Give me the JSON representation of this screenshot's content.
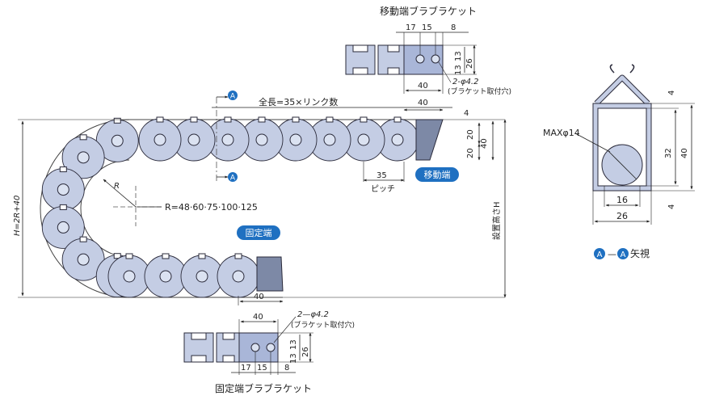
{
  "labels": {
    "moving_bracket_title": "移動端ブラブラケット",
    "fixed_bracket_title": "固定端ブラブラケット",
    "total_length": "全長=35×リンク数",
    "radius_values": "R=48·60·75·100·125",
    "radius_symbol": "R",
    "height_formula": "H=2R+40",
    "install_height": "設置高さH",
    "pitch_value": "35",
    "pitch_label": "ピッチ",
    "moving_end_badge": "移動端",
    "fixed_end_badge": "固定端",
    "max_dia": "MAXφ14",
    "section_view_label": "矢視",
    "section_marker": "A",
    "dash": "—",
    "bracket_hole_top": "2-φ4.2",
    "bracket_hole_bottom": "2—φ4.2",
    "bracket_hole_note": "(ブラケット取付穴)"
  },
  "dims": {
    "top_bracket": {
      "d17": "17",
      "d15": "15",
      "d8": "8",
      "d13": "13",
      "d13b": "13",
      "d26": "26",
      "d40": "40"
    },
    "bottom_bracket": {
      "d17": "17",
      "d15": "15",
      "d8": "8",
      "d13": "13",
      "d13b": "13",
      "d26": "26",
      "d40": "40"
    },
    "main": {
      "d40_top": "40",
      "d4": "4",
      "d20a": "20",
      "d20b": "20",
      "d40_side": "40",
      "d40_bottom": "40"
    },
    "section": {
      "d4_top": "4",
      "d32": "32",
      "d40": "40",
      "d4_bottom": "4",
      "d16": "16",
      "d26": "26"
    }
  },
  "colors": {
    "link_fill": "#c4cde4",
    "link_stroke": "#2a2a3a",
    "bracket_fill": "#a9b6d8",
    "badge_fill": "#1f70c1",
    "marker_fill": "#1f70c1",
    "hole_fill": "#dbe2f1",
    "end_piece_fill": "#7d89a6"
  }
}
